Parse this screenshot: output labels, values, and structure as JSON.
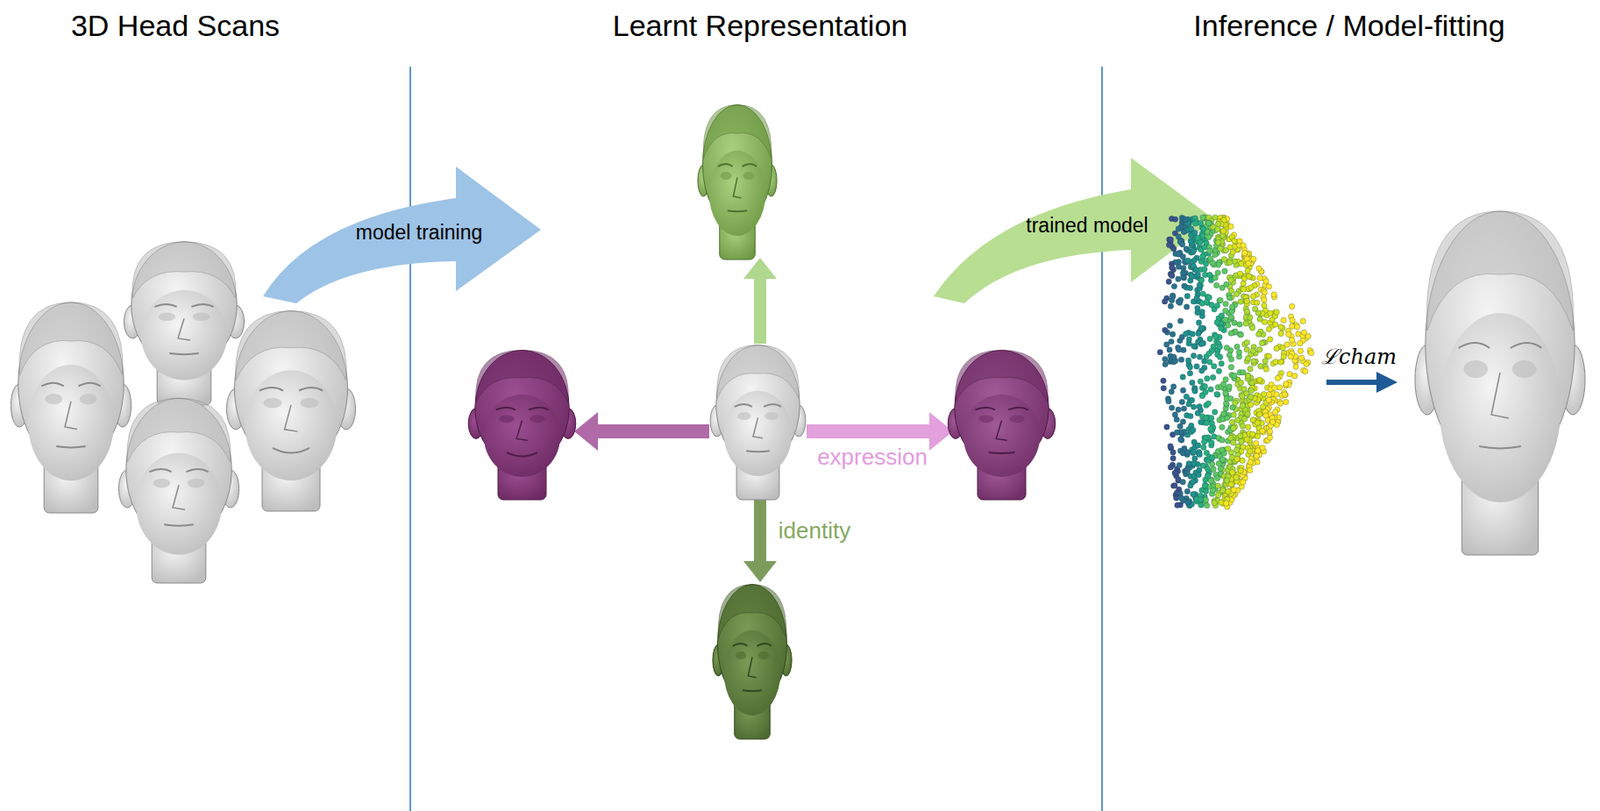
{
  "diagram": {
    "labels": [
      "3D Head Scans",
      "Learnt Representation",
      "Inference / Model-fitting",
      "model training",
      "trained model",
      "expression",
      "identity",
      "ℒcham"
    ]
  }
}
